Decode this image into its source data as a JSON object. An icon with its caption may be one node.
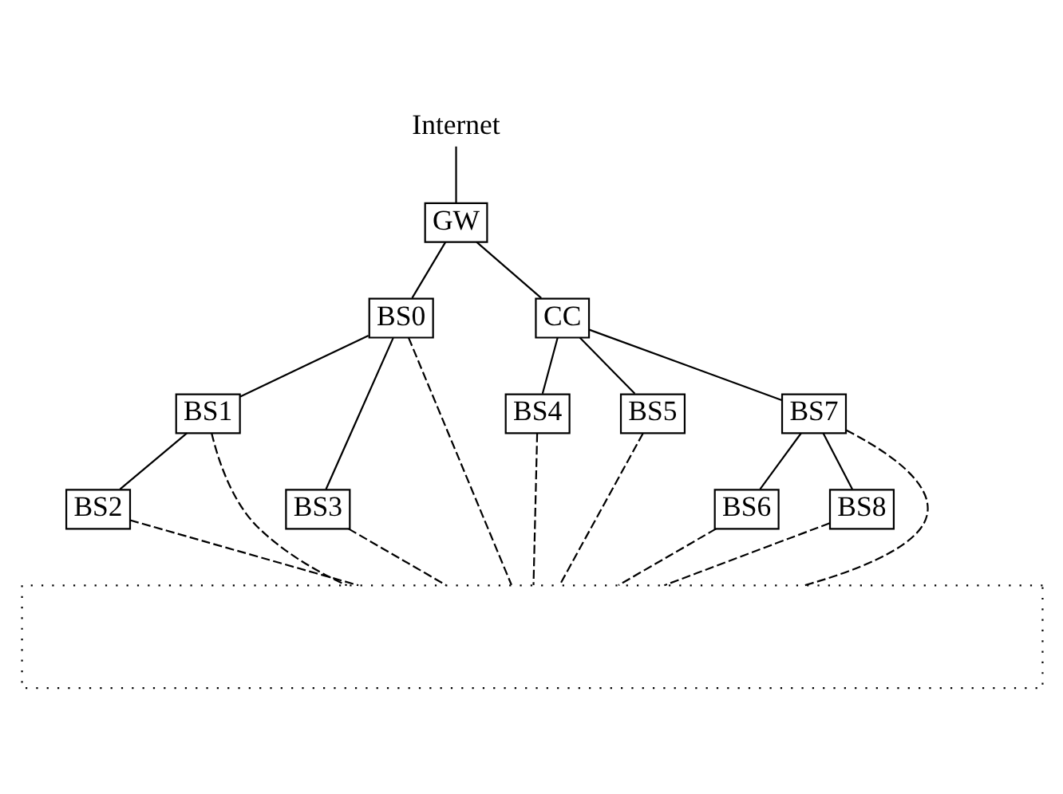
{
  "diagram": {
    "nodes": [
      {
        "text": [
          "Internet"
        ]
      },
      {
        "text": [
          "GW"
        ]
      },
      {
        "text": [
          "BS0"
        ]
      },
      {
        "text": [
          "CC"
        ]
      },
      {
        "text": [
          "BS1"
        ]
      },
      {
        "text": [
          "BS3"
        ]
      },
      {
        "text": [
          "BS4"
        ]
      },
      {
        "text": [
          "BS5"
        ]
      },
      {
        "text": [
          "BS7"
        ]
      },
      {
        "text": [
          "BS2"
        ]
      },
      {
        "text": [
          "BS6"
        ]
      },
      {
        "text": [
          "BS8"
        ]
      },
      {
        "text": [],
        "shape": "grid"
      }
    ],
    "edges": [
      {
        "from": 0,
        "to": 1,
        "arrow": "none"
      },
      {
        "from": 1,
        "to": 2,
        "arrow": "none"
      },
      {
        "from": 1,
        "to": 3,
        "arrow": "none"
      },
      {
        "from": 2,
        "to": 4,
        "arrow": "none"
      },
      {
        "from": 2,
        "to": 5,
        "arrow": "none"
      },
      {
        "from": 3,
        "to": 6,
        "arrow": "none"
      },
      {
        "from": 3,
        "to": 7,
        "arrow": "none"
      },
      {
        "from": 3,
        "to": 8,
        "arrow": "none"
      },
      {
        "from": 4,
        "to": 9,
        "arrow": "none"
      },
      {
        "from": 8,
        "to": 10,
        "arrow": "none"
      },
      {
        "from": 8,
        "to": 11,
        "arrow": "none"
      },
      {
        "from": 9,
        "to": 12,
        "arrow": "none",
        "style": "dashed"
      },
      {
        "from": 4,
        "to": 12,
        "arrow": "none",
        "style": "dashed"
      },
      {
        "from": 2,
        "to": 12,
        "arrow": "none",
        "style": "dashed"
      },
      {
        "from": 5,
        "to": 12,
        "arrow": "none",
        "style": "dashed"
      },
      {
        "from": 6,
        "to": 12,
        "arrow": "none",
        "style": "dashed"
      },
      {
        "from": 7,
        "to": 12,
        "arrow": "none",
        "style": "dashed"
      },
      {
        "from": 10,
        "to": 12,
        "arrow": "none",
        "style": "dashed"
      },
      {
        "from": 8,
        "to": 12,
        "arrow": "none",
        "style": "dashed"
      },
      {
        "from": 11,
        "to": 12,
        "arrow": "none",
        "style": "dashed"
      }
    ]
  }
}
